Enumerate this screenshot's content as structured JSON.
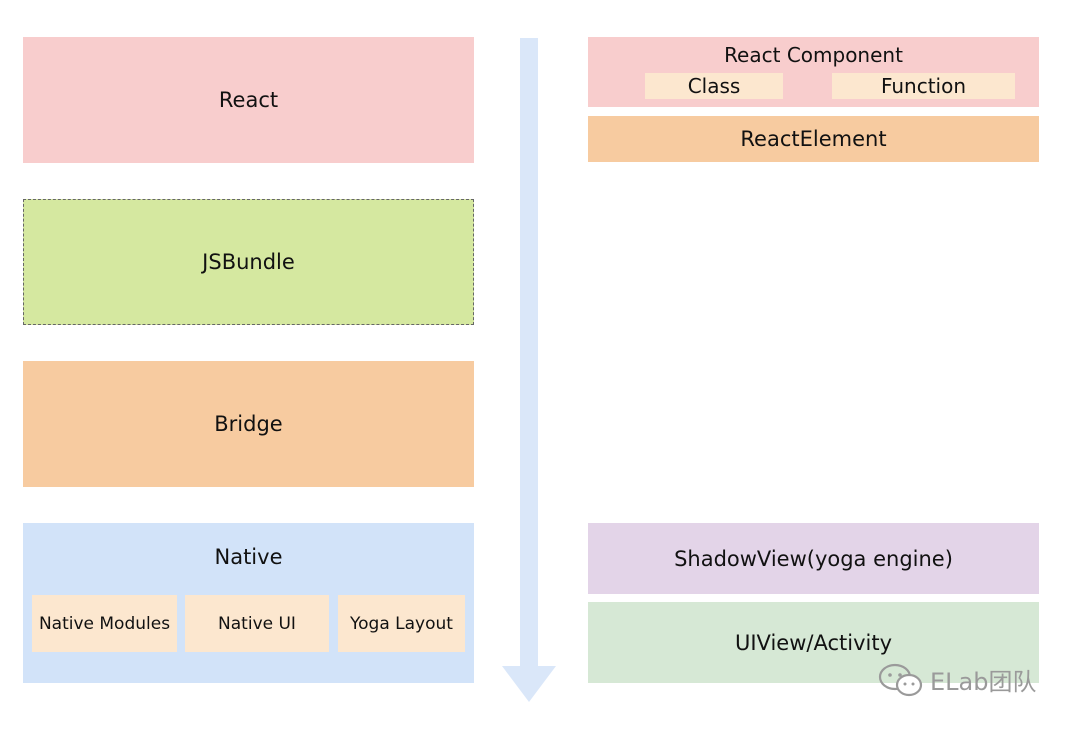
{
  "left_stack": {
    "react": "React",
    "jsbundle": "JSBundle",
    "bridge": "Bridge",
    "native": {
      "title": "Native",
      "items": [
        "Native Modules",
        "Native UI",
        "Yoga Layout"
      ]
    }
  },
  "right_stack": {
    "react_component": {
      "title": "React Component",
      "items": [
        "Class",
        "Function"
      ]
    },
    "react_element": "ReactElement",
    "shadow_view": "ShadowView(yoga engine)",
    "ui_view": "UIView/Activity"
  },
  "watermark": {
    "text": "ELab团队",
    "icon": "wechat-icon"
  },
  "colors": {
    "pink": "#f8cdcd",
    "green": "#d5e8a0",
    "orange": "#f7cba0",
    "blue": "#d2e3f9",
    "cream": "#fce7cf",
    "purple": "#e3d4e8",
    "mint": "#d6e8d5",
    "arrow": "#dae7f9"
  }
}
